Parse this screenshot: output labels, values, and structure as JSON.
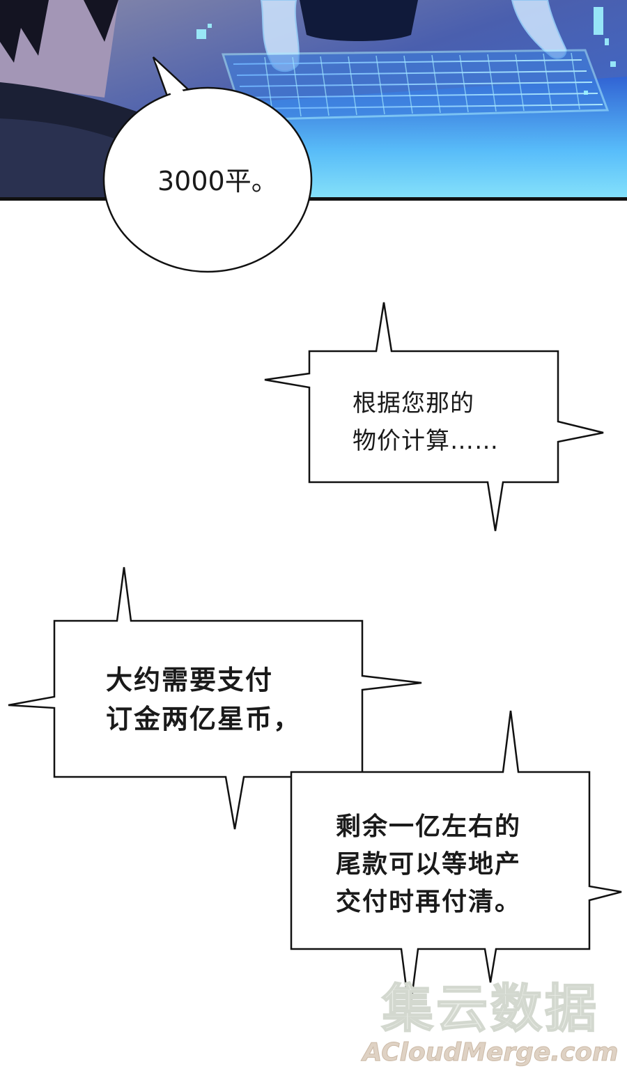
{
  "bubbles": {
    "oval": {
      "lines": [
        "3000平。"
      ]
    },
    "spiky_1": {
      "lines": [
        "根据您那的",
        "物价计算……"
      ]
    },
    "spiky_2": {
      "lines": [
        "大约需要支付",
        "订金两亿星币，"
      ]
    },
    "spiky_3": {
      "lines": [
        "剩余一亿左右的",
        "尾款可以等地产",
        "交付时再付清。"
      ]
    }
  },
  "watermark": {
    "cn": "集云数据",
    "en": "ACloudMerge.com"
  },
  "colors": {
    "panel_glow": "#5fd4ff",
    "panel_dark": "#1b2035",
    "panel_purple": "#b8a8c8",
    "border": "#111111"
  }
}
